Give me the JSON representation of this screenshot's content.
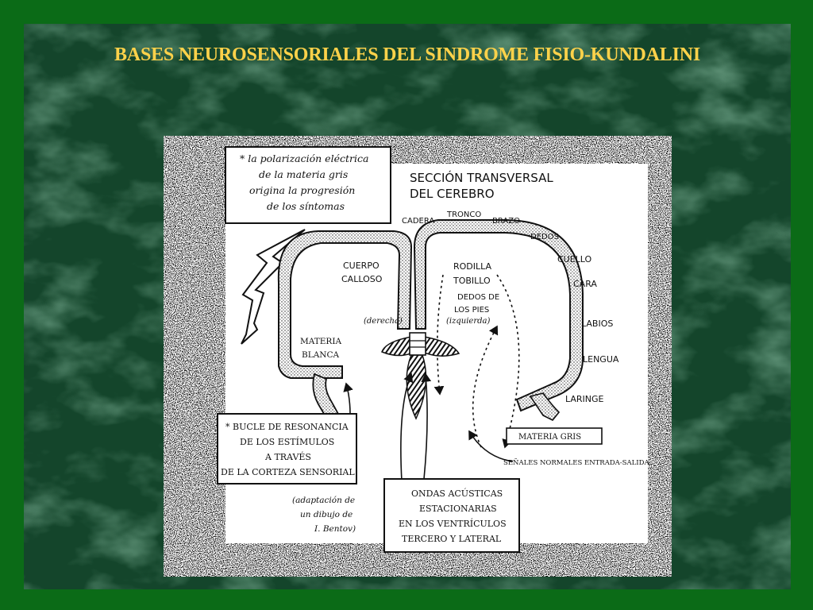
{
  "slide": {
    "title": "BASES NEUROSENSORIALES DEL SINDROME FISIO-KUNDALINI",
    "colors": {
      "outer_border": "#0b6b17",
      "marble": "#15402a",
      "title": "#ffd24a"
    }
  },
  "diagram": {
    "heading_line1": "SECCIÓN TRANSVERSAL",
    "heading_line2": "DEL CEREBRO",
    "note_line1": "* la polarización eléctrica",
    "note_line2": "de la materia gris",
    "note_line3": "origina la progresión",
    "note_line4": "de los síntomas",
    "body_parts": {
      "cadera": "CADERA",
      "tronco": "TRONCO",
      "brazo": "BRAZO",
      "dedos": "DEDOS",
      "cuello": "CUELLO",
      "cara": "CARA",
      "labios": "LABIOS",
      "lengua": "LENGUA",
      "laringe": "LARINGE",
      "rodilla": "RODILLA",
      "tobillo": "TOBILLO",
      "dedos_pies_1": "DEDOS DE",
      "dedos_pies_2": "LOS PIES"
    },
    "cuerpo_calloso_1": "CUERPO",
    "cuerpo_calloso_2": "CALLOSO",
    "derecha": "(derecha)",
    "izquierda": "(izquierda)",
    "materia_blanca_1": "MATERIA",
    "materia_blanca_2": "BLANCA",
    "materia_gris": "MATERIA GRIS",
    "senales": "SEÑALES NORMALES ENTRADA-SALIDA",
    "bucle_1": "* BUCLE DE RESONANCIA",
    "bucle_2": "DE LOS ESTÍMULOS",
    "bucle_3": "A TRAVÉS",
    "bucle_4": "DE LA CORTEZA SENSORIAL",
    "adaptacion_1": "(adaptación de",
    "adaptacion_2": "un dibujo de",
    "adaptacion_3": "I. Bentov)",
    "ondas_1": "ONDAS ACÚSTICAS",
    "ondas_2": "ESTACIONARIAS",
    "ondas_3": "EN LOS VENTRÍCULOS",
    "ondas_4": "TERCERO Y LATERAL"
  }
}
